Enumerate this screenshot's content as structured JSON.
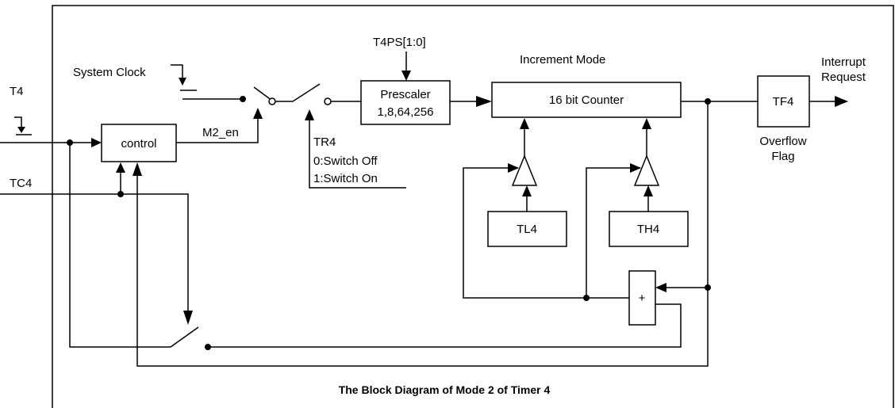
{
  "title": "The Block Diagram of Mode 2 of Timer 4",
  "inputs": {
    "t4": "T4",
    "tc4": "TC4",
    "system_clock": "System Clock",
    "t4ps": "T4PS[1:0]"
  },
  "signals": {
    "m2_en": "M2_en",
    "tr4": "TR4",
    "switch_off": "0:Switch Off",
    "switch_on": "1:Switch On",
    "increment_mode": "Increment Mode",
    "interrupt_line1": "Interrupt",
    "interrupt_line2": "Request",
    "overflow_line1": "Overflow",
    "overflow_line2": "Flag"
  },
  "blocks": {
    "control": "control",
    "prescaler_line1": "Prescaler",
    "prescaler_line2": "1,8,64,256",
    "counter": "16 bit Counter",
    "tf4": "TF4",
    "tl4": "TL4",
    "th4": "TH4",
    "adder": "+"
  }
}
